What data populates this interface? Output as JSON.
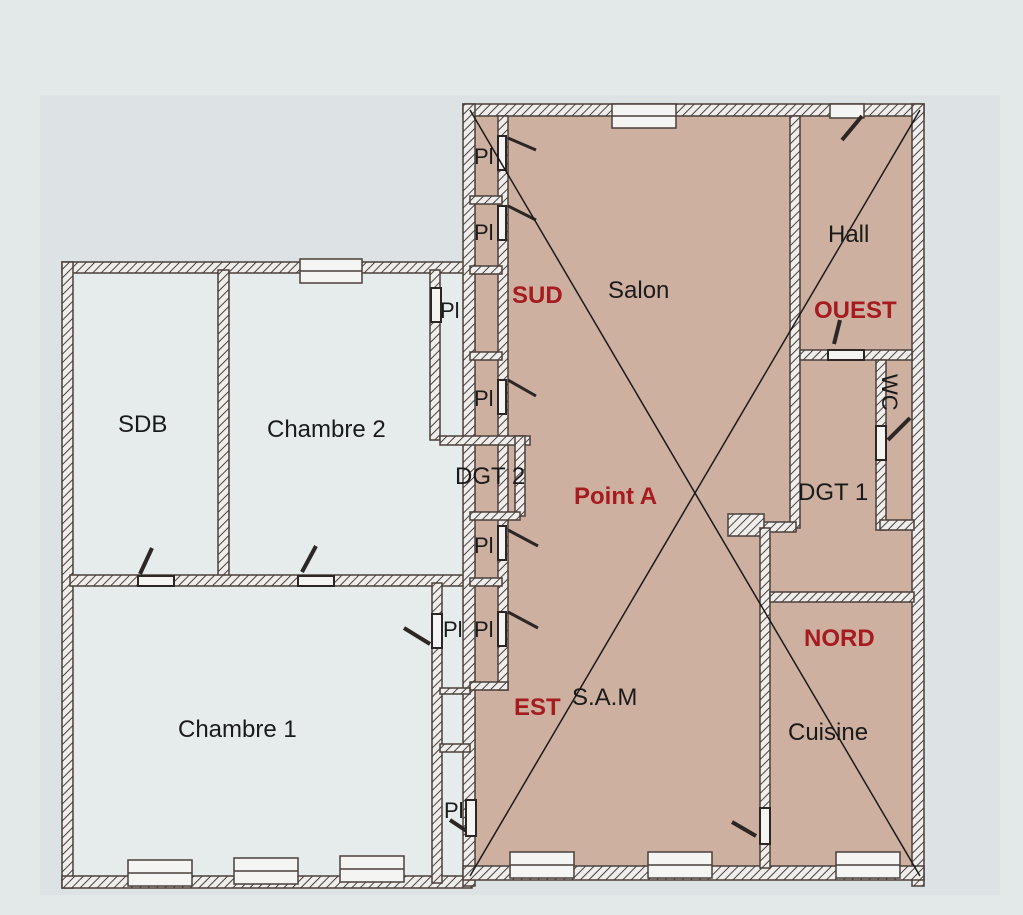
{
  "rooms": {
    "sdb": "SDB",
    "chambre2": "Chambre 2",
    "chambre1": "Chambre 1",
    "salon": "Salon",
    "hall": "Hall",
    "dgt2": "DGT 2",
    "dgt1": "DGT 1",
    "wc": "WC",
    "sam": "S.A.M",
    "cuisine": "Cuisine"
  },
  "closets": {
    "label": "Pl"
  },
  "orientation": {
    "sud": "SUD",
    "ouest": "OUEST",
    "est": "EST",
    "nord": "NORD",
    "center": "Point A"
  },
  "colors": {
    "wall": "#4a3f3a",
    "house_fill": "#cdb0a0",
    "annotation": "#a61b20",
    "background": "#e3e8e9"
  }
}
